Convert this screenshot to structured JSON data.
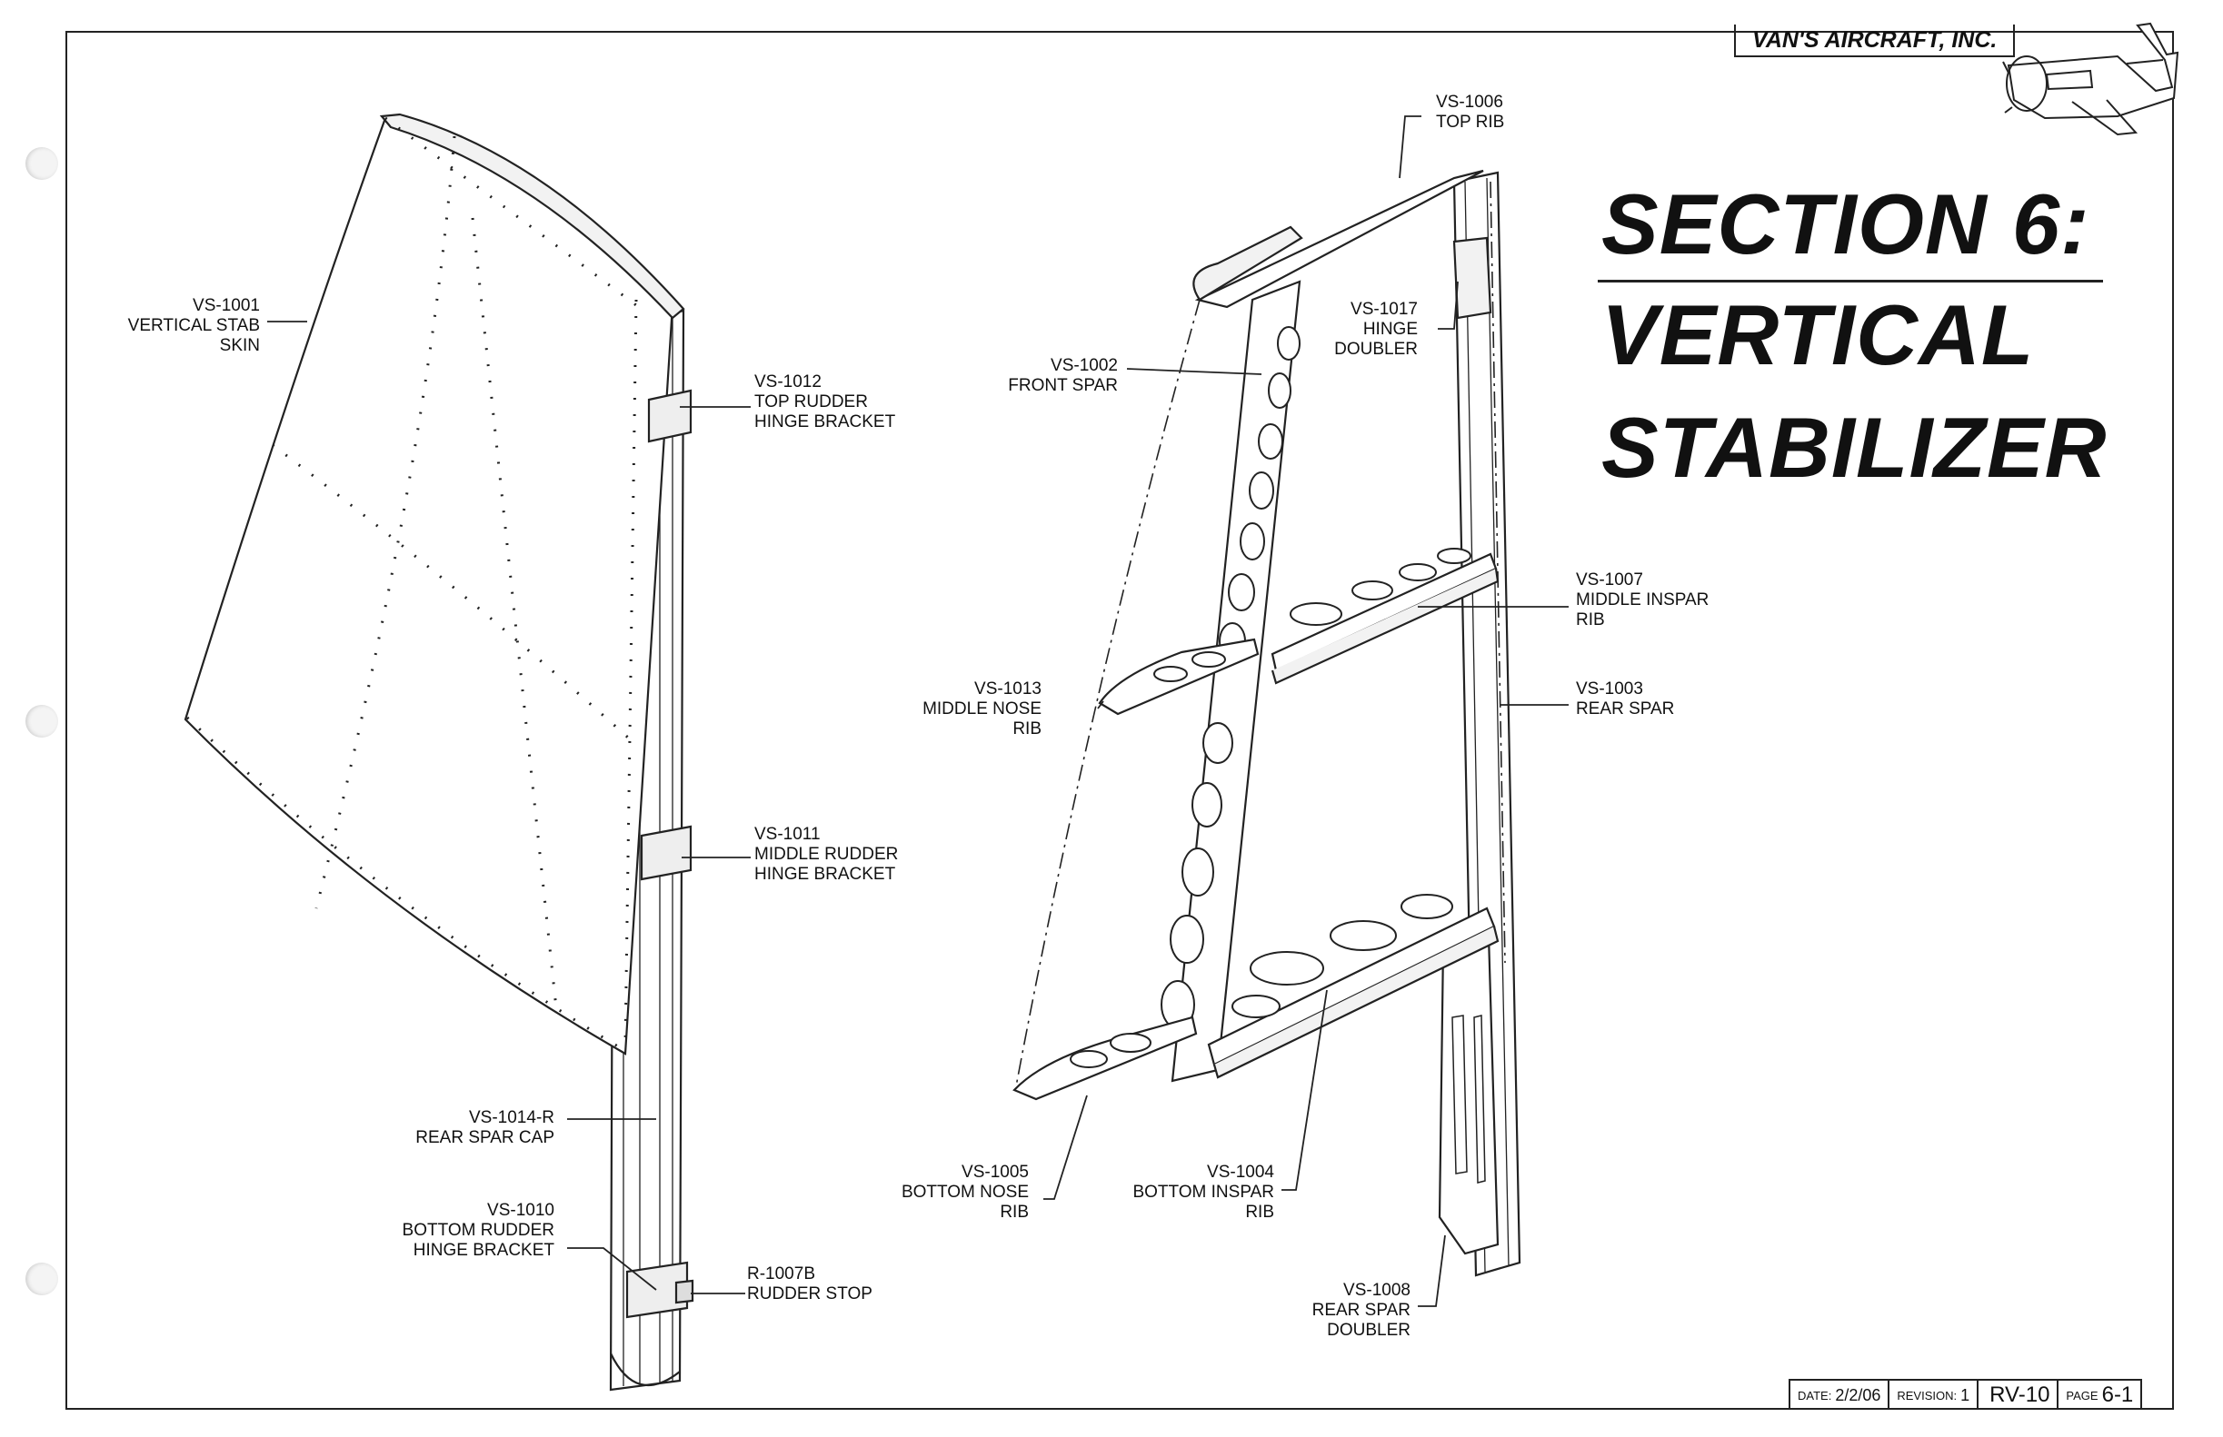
{
  "header": {
    "company": "VAN'S AIRCRAFT, INC."
  },
  "title": {
    "line1": "SECTION 6:",
    "line2": "VERTICAL",
    "line3": "STABILIZER"
  },
  "callouts": {
    "vs1001": {
      "part": "VS-1001",
      "line2": "VERTICAL STAB",
      "line3": "SKIN"
    },
    "vs1012": {
      "part": "VS-1012",
      "line2": "TOP RUDDER",
      "line3": "HINGE BRACKET"
    },
    "vs1011": {
      "part": "VS-1011",
      "line2": "MIDDLE RUDDER",
      "line3": "HINGE BRACKET"
    },
    "vs1014": {
      "part": "VS-1014-R",
      "line2": "REAR SPAR CAP"
    },
    "vs1010": {
      "part": "VS-1010",
      "line2": "BOTTOM RUDDER",
      "line3": "HINGE BRACKET"
    },
    "r1007b": {
      "part": "R-1007B",
      "line2": "RUDDER STOP"
    },
    "vs1006": {
      "part": "VS-1006",
      "line2": "TOP RIB"
    },
    "vs1017": {
      "part": "VS-1017",
      "line2": "HINGE",
      "line3": "DOUBLER"
    },
    "vs1002": {
      "part": "VS-1002",
      "line2": "FRONT SPAR"
    },
    "vs1007": {
      "part": "VS-1007",
      "line2": "MIDDLE INSPAR",
      "line3": "RIB"
    },
    "vs1013": {
      "part": "VS-1013",
      "line2": "MIDDLE NOSE",
      "line3": "RIB"
    },
    "vs1003": {
      "part": "VS-1003",
      "line2": "REAR SPAR"
    },
    "vs1005": {
      "part": "VS-1005",
      "line2": "BOTTOM NOSE",
      "line3": "RIB"
    },
    "vs1004": {
      "part": "VS-1004",
      "line2": "BOTTOM INSPAR",
      "line3": "RIB"
    },
    "vs1008": {
      "part": "VS-1008",
      "line2": "REAR SPAR",
      "line3": "DOUBLER"
    }
  },
  "title_block": {
    "date_label": "DATE:",
    "date": "2/2/06",
    "revision_label": "REVISION:",
    "revision": "1",
    "model": "RV-10",
    "page_label": "PAGE",
    "page": "6-1"
  }
}
